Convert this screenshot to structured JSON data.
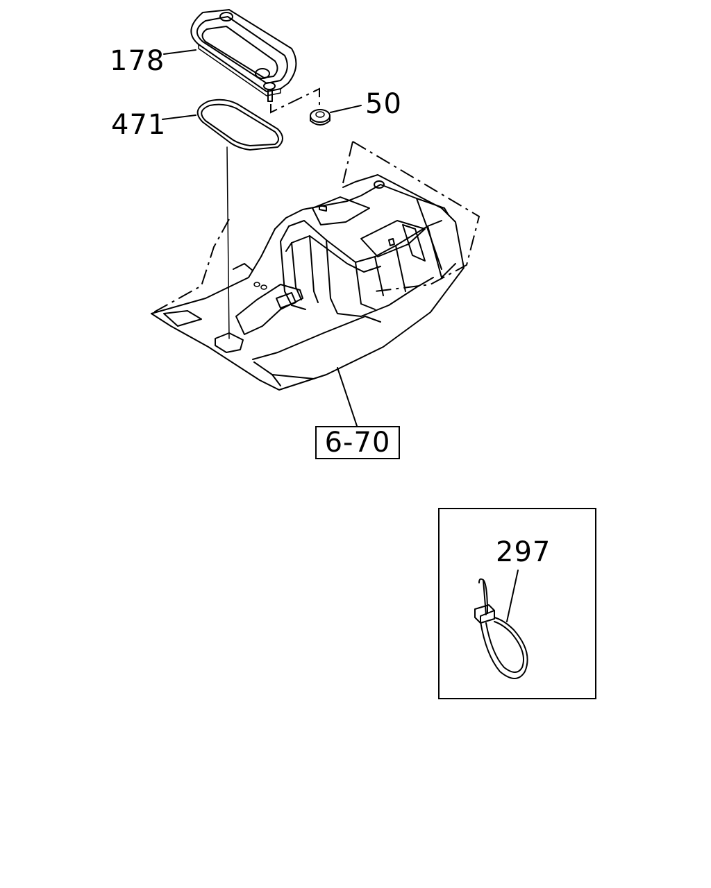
{
  "callouts": {
    "frame": "178",
    "gasket": "471",
    "nut": "50",
    "clip": "297"
  },
  "reference": {
    "floor_panel": "6-70"
  }
}
